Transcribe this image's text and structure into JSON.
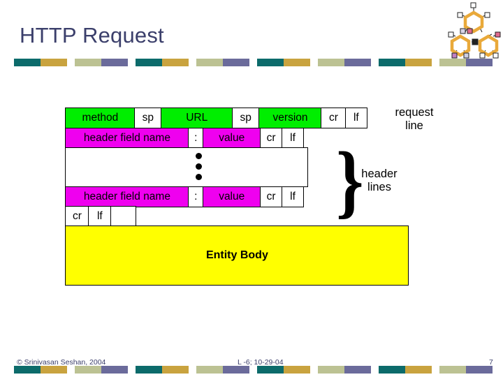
{
  "slide": {
    "title": "HTTP Request",
    "page_number": "7"
  },
  "theme": {
    "title_color": "#3b3f6b",
    "rule_teal": "#0c6b6b",
    "rule_gold": "#c9a33f",
    "rule_sage": "#bcc293",
    "rule_purple": "#6b6b9b",
    "green_cell": "#00ee00",
    "magenta_cell": "#ef00ef",
    "yellow_cell": "#ffff00",
    "logo_ring_color": "#e9a93a"
  },
  "logo": {
    "name": "hexagon-network-logo"
  },
  "diagram": {
    "request_line": {
      "cells": [
        {
          "label": "method",
          "fill": "green"
        },
        {
          "label": "sp",
          "fill": "white"
        },
        {
          "label": "URL",
          "fill": "green"
        },
        {
          "label": "sp",
          "fill": "white"
        },
        {
          "label": "version",
          "fill": "green"
        },
        {
          "label": "cr",
          "fill": "white"
        },
        {
          "label": "lf",
          "fill": "white"
        }
      ],
      "annotation": "request\nline",
      "annotation_line1": "request",
      "annotation_line2": "line"
    },
    "header_line_first": {
      "cells": [
        {
          "label": "header field name",
          "fill": "magenta"
        },
        {
          "label": ":",
          "fill": "white"
        },
        {
          "label": "value",
          "fill": "magenta"
        },
        {
          "label": "cr",
          "fill": "white"
        },
        {
          "label": "lf",
          "fill": "white"
        }
      ]
    },
    "ellipsis_row": {
      "label": "",
      "dot_count": 3
    },
    "header_line_last": {
      "cells": [
        {
          "label": "header field name",
          "fill": "magenta"
        },
        {
          "label": ":",
          "fill": "white"
        },
        {
          "label": "value",
          "fill": "magenta"
        },
        {
          "label": "cr",
          "fill": "white"
        },
        {
          "label": "lf",
          "fill": "white"
        }
      ]
    },
    "terminator_row": {
      "cells": [
        {
          "label": "cr",
          "fill": "white"
        },
        {
          "label": "lf",
          "fill": "white"
        },
        {
          "label": "",
          "fill": "white"
        }
      ]
    },
    "entity_body": {
      "label": "Entity Body",
      "fill": "yellow"
    },
    "header_lines_annotation": {
      "brace": "}",
      "line1": "header",
      "line2": "lines"
    }
  },
  "footer": {
    "copyright": "© Srinivasan Seshan, 2004",
    "center": "L -6; 10-29-04",
    "page": "7"
  }
}
